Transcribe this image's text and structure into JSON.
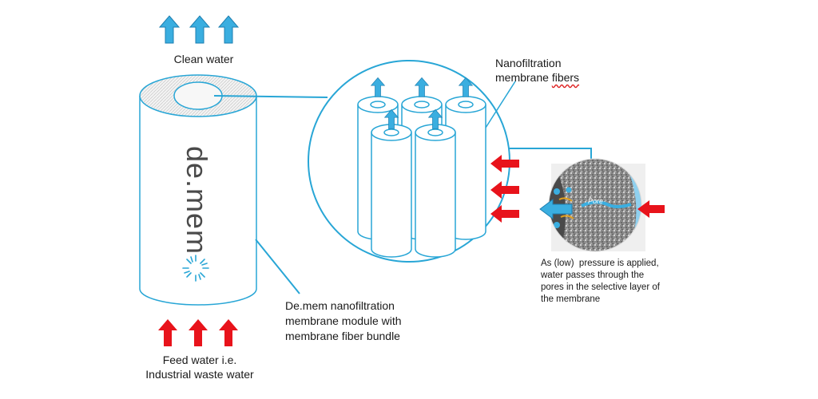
{
  "labels": {
    "clean_water": "Clean water",
    "nano_fibers_line1": "Nanofiltration",
    "nano_fibers_line2_a": "membrane ",
    "nano_fibers_line2_b": "fibers",
    "module_line1": "De.mem nanofiltration",
    "module_line2": "membrane module with",
    "module_line3": "membrane fiber bundle",
    "feed_line1": "Feed water i.e.",
    "feed_line2": "Industrial waste water",
    "pressure_line1": "As (low)  pressure is applied,",
    "pressure_line2": "water passes through the",
    "pressure_line3": "pores in the selective layer of",
    "pressure_line4": "the membrane",
    "brand_logo": "de.mem",
    "pore_label": "Pore"
  },
  "colors": {
    "clean_arrow": "#3aaee0",
    "feed_arrow": "#e8131b",
    "outline": "#28a6d6"
  },
  "icons": [
    "up-arrow-icon",
    "right-arrow-icon",
    "left-arrow-icon",
    "logo-burst-icon"
  ]
}
